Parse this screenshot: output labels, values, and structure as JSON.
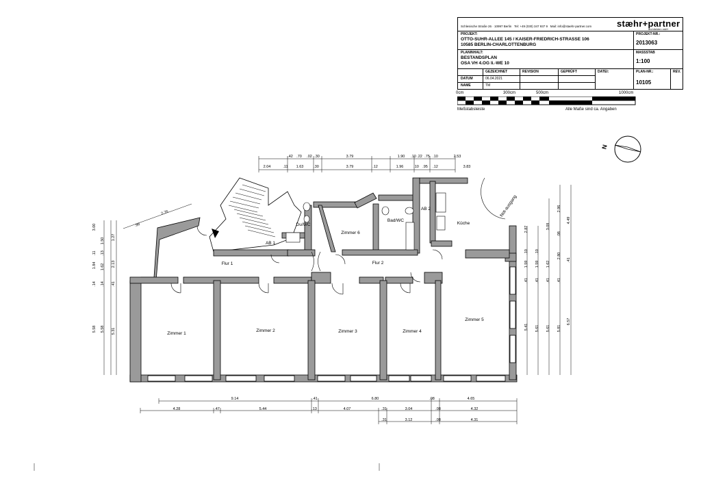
{
  "title_block": {
    "address_line": "Schlesische Straße 26 · 10997 Berlin",
    "tel_line": "Tel: +49 (030) 347 937 9",
    "mail_line": "Mail: info@staehr-partner.com",
    "logo": "stæhr+partner",
    "logo_sub": "architekten mbH",
    "projekt_label": "PROJEKT:",
    "projekt_line1": "OTTO-SUHR-ALLEE 145 / KAISER-FRIEDRICH-STRASSE 106",
    "projekt_line2": "10585 BERLIN-CHARLOTTENBURG",
    "projekt_nr_label": "PROJEKT-NR.:",
    "projekt_nr": "2013063",
    "planinhalt_label": "PLANINHALT:",
    "planinhalt_line1": "BESTANDSPLAN",
    "planinhalt_line2": "OSA VH 4.OG li.-WE 10",
    "massstab_label": "MASSSTAB",
    "massstab": "1:100",
    "gezeichnet_label": "GEZEICHNET",
    "revision_label": "REVISION",
    "geprueft_label": "GEPRÜFT",
    "datei_label": "DATEI:",
    "plan_nr_label": "PLAN-NR.:",
    "rev_label": "REV.",
    "datum_label": "DATUM",
    "datum": "06.04.2021",
    "name_label": "NAME",
    "name": "TM",
    "plan_nr": "10105"
  },
  "scale_bar": {
    "ticks": [
      "0cm",
      "300cm",
      "500cm",
      "1000cm"
    ],
    "label_left": "Meßstabsleiste",
    "label_right": "Alle Maße sind ca. Angaben"
  },
  "rooms": {
    "zimmer1": "Zimmer 1",
    "zimmer2": "Zimmer 2",
    "zimmer3": "Zimmer 3",
    "zimmer4": "Zimmer 4",
    "zimmer5": "Zimmer 5",
    "zimmer6": "Zimmer 6",
    "flur1": "Flur 1",
    "flur2": "Flur 2",
    "ab1": "AB 1",
    "ab2": "AB 2",
    "duwc": "Du/WC",
    "badwc": "Bad/WC",
    "kueche": "Küche",
    "notausgang": "Not-ausgang"
  },
  "north": "N",
  "dims": {
    "top1": [
      ".42",
      ".70",
      ".02",
      ".30",
      "3.79",
      "1.90",
      ".10",
      ".22",
      ".75",
      ".10",
      "2.53"
    ],
    "top2": [
      "2.04",
      ".11",
      "1.63",
      ".30",
      "3.79",
      ".12",
      "1.96",
      ".10",
      ".95",
      ".12",
      "3.83"
    ],
    "bottom1": [
      "9.14",
      ".41",
      "6.80",
      ".08",
      "4.65"
    ],
    "bottom2": [
      "4.28",
      ".47",
      "5.44",
      ".13",
      "4.07",
      ".31",
      "3.04",
      ".08",
      "4.32"
    ],
    "bottom3": [
      ".31",
      "3.12",
      ".08",
      "4.31"
    ],
    "left1": [
      "3.00",
      ".11",
      "1.84",
      ".14",
      "5.58"
    ],
    "left2": [
      "1.50",
      ".13",
      "1.62",
      ".14",
      "5.58"
    ],
    "left3": [
      "1.27",
      "2.13",
      ".41",
      "5.31"
    ],
    "diag": [
      ".98",
      "2.76"
    ],
    "right1": [
      "2.87",
      "1.59",
      ".10",
      ".41",
      "5.41"
    ],
    "right2": [
      "1.59",
      ".10",
      ".41",
      "5.61"
    ],
    "right3": [
      "3.09",
      "1.62",
      ".41",
      "5.61"
    ],
    "right4": [
      "2.96",
      ".08",
      "2.80",
      ".41",
      "5.81"
    ],
    "right5": [
      "4.49",
      ".41",
      "6.57"
    ]
  }
}
